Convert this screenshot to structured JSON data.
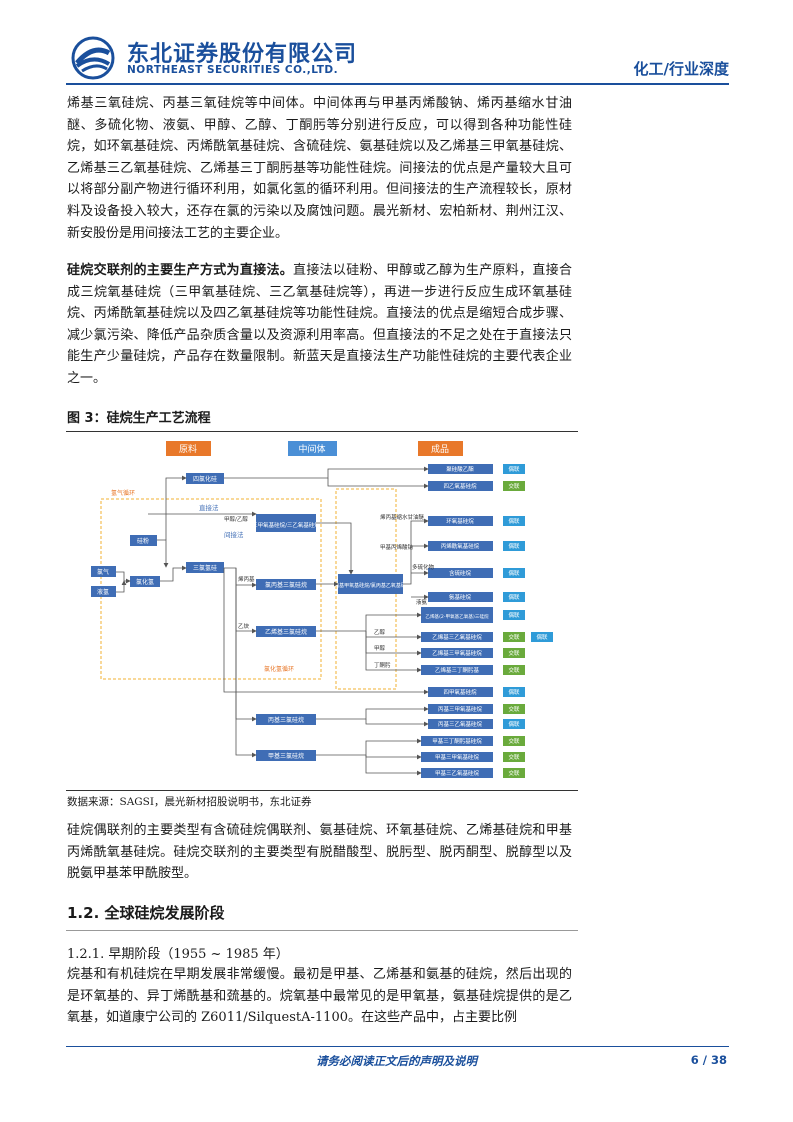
{
  "header": {
    "company_cn": "东北证券股份有限公司",
    "company_en": "NORTHEAST SECURITIES CO.,LTD.",
    "report_type": "化工/行业深度"
  },
  "paragraphs": {
    "p1": "烯基三氧硅烷、丙基三氧硅烷等中间体。中间体再与甲基丙烯酸钠、烯丙基缩水甘油醚、多硫化物、液氨、甲醇、乙醇、丁酮肟等分别进行反应，可以得到各种功能性硅烷，如环氧基硅烷、丙烯酰氧基硅烷、含硫硅烷、氨基硅烷以及乙烯基三甲氧基硅烷、乙烯基三乙氧基硅烷、乙烯基三丁酮肟基等功能性硅烷。间接法的优点是产量较大且可以将部分副产物进行循环利用，如氯化氢的循环利用。但间接法的生产流程较长，原材料及设备投入较大，还存在氯的污染以及腐蚀问题。晨光新材、宏柏新材、荆州江汉、新安股份是用间接法工艺的主要企业。",
    "p2_bold": "硅烷交联剂的主要生产方式为直接法。",
    "p2_rest": "直接法以硅粉、甲醇或乙醇为生产原料，直接合成三烷氧基硅烷（三甲氧基硅烷、三乙氧基硅烷等），再进一步进行反应生成环氧基硅烷、丙烯酰氧基硅烷以及四乙氧基硅烷等功能性硅烷。直接法的优点是缩短合成步骤、减少氯污染、降低产品杂质含量以及资源利用率高。但直接法的不足之处在于直接法只能生产少量硅烷，产品存在数量限制。新蓝天是直接法生产功能性硅烷的主要代表企业之一。",
    "p3": "硅烷偶联剂的主要类型有含硫硅烷偶联剂、氨基硅烷、环氧基硅烷、乙烯基硅烷和甲基丙烯酰氧基硅烷。硅烷交联剂的主要类型有脱醋酸型、脱肟型、脱丙酮型、脱醇型以及脱氨甲基苯甲酰胺型。",
    "p4": "烷基和有机硅烷在早期发展非常缓慢。最初是甲基、乙烯基和氨基的硅烷，然后出现的是环氧基的、异丁烯酰基和巯基的。烷氧基中最常见的是甲氧基，氨基硅烷提供的是乙氧基，如道康宁公司的 Z6011/SilquestA-1100。在这些产品中，占主要比例"
  },
  "figure": {
    "title": "图 3：硅烷生产工艺流程",
    "source": "数据来源：SAGSI，晨光新材招股说明书，东北证券"
  },
  "section": {
    "title": "1.2.   全球硅烷发展阶段",
    "subtitle": "1.2.1.   早期阶段（1955 ~ 1985 年）"
  },
  "footer": {
    "disclaimer": "请务必阅读正文后的声明及说明",
    "page": "6 / 38"
  },
  "diagram": {
    "columns": [
      "原料",
      "中间体",
      "成品"
    ],
    "raw": [
      "氯气",
      "液氢",
      "硅粉",
      "氯化氢",
      "三氯氢硅",
      "四氯化硅"
    ],
    "intermediate": [
      "三甲氧基硅烷/三乙氧基硅烷",
      "氯丙基三氯硅烷",
      "乙烯基三氯硅烷",
      "氯丙基甲氧基硅烷/氯丙基乙氧基硅烷",
      "丙基三氯硅烷",
      "甲基三氯硅烷"
    ],
    "products": [
      "聚硅酸乙酯",
      "四乙氧基硅烷",
      "环氧基硅烷",
      "丙烯酰氧基硅烷",
      "含硫硅烷",
      "氨基硅烷",
      "乙烯基(2-甲氧基乙氧基)三硅烷",
      "乙烯基三乙氧基硅烷",
      "乙烯基三甲氧基硅烷",
      "乙烯基三丁酮肟基",
      "四甲氧基硅烷",
      "丙基三甲氧基硅烷",
      "丙基三乙氧基硅烷",
      "甲基三丁酮肟基硅烷",
      "甲基三甲氧基硅烷",
      "甲基三乙氧基硅烷"
    ],
    "edge_labels": [
      "氢气循环",
      "直接法",
      "间接法",
      "甲醇/乙醇",
      "烯丙基",
      "乙炔",
      "氯化氢循环",
      "烯丙基缩水甘油醚",
      "甲基丙烯酸钠",
      "多硫化物",
      "液氨",
      "乙醇",
      "甲醇",
      "丁酮肟"
    ],
    "tag_coupling": "偶联",
    "tag_crosslink": "交联",
    "colors": {
      "raw": "#e8782a",
      "mid": "#4a8fd6",
      "prod": "#e8782a",
      "node": "#3f6db5",
      "coupling": "#2f9bd8",
      "crosslink": "#6aaa3c",
      "dashed": "#f2b233"
    }
  }
}
